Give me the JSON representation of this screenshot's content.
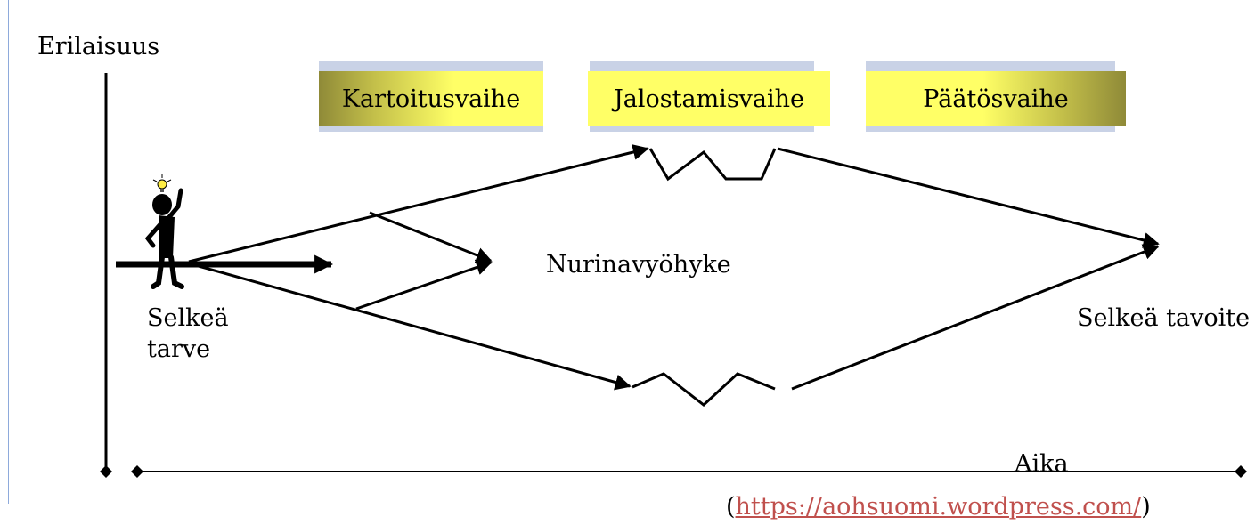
{
  "axes": {
    "y_label": "Erilaisuus",
    "x_label": "Aika"
  },
  "phases": [
    {
      "label": "Kartoitusvaihe"
    },
    {
      "label": "Jalostamisvaihe"
    },
    {
      "label": "Päätösvaihe"
    }
  ],
  "labels": {
    "start_line1": "Selkeä",
    "start_line2": "tarve",
    "middle": "Nurinavyöhyke",
    "goal": "Selkeä tavoite"
  },
  "credit": {
    "open": "(",
    "url": "https://aohsuomi.wordpress.com/",
    "close": ")"
  },
  "colors": {
    "phase_gradient_light": "#ffff66",
    "phase_gradient_dark": "#8f8a38",
    "link": "#c0504d",
    "accent_rule": "#8eaadb"
  }
}
